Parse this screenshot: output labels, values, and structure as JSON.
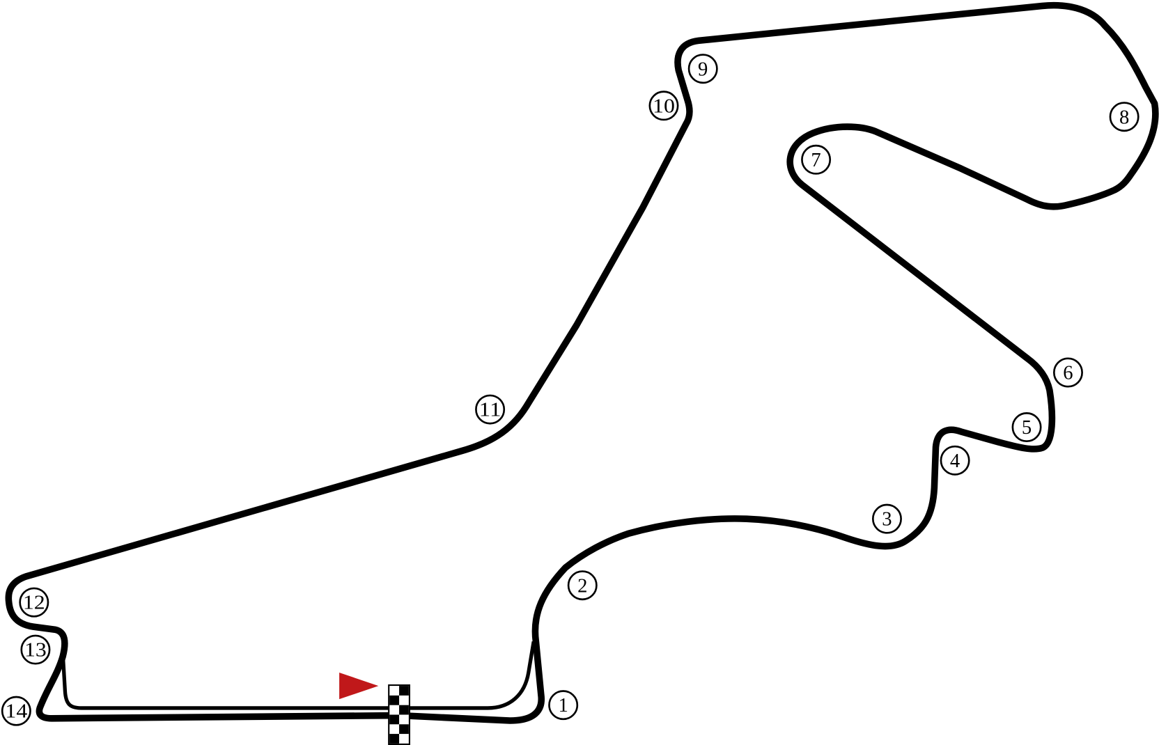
{
  "track": {
    "track_color": "#000000",
    "start_arrow_color": "#c0181a",
    "turns": [
      "1",
      "2",
      "3",
      "4",
      "5",
      "6",
      "7",
      "8",
      "9",
      "10",
      "11",
      "12",
      "13",
      "14"
    ]
  }
}
